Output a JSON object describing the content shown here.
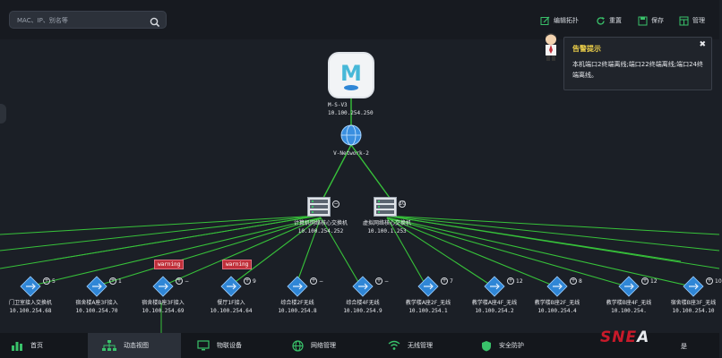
{
  "search": {
    "placeholder": "MAC、IP、别名等"
  },
  "toolbar": {
    "edit_label": "编辑拓扑",
    "reset_label": "重置",
    "save_label": "保存",
    "manage_label": "管理"
  },
  "alert": {
    "title": "告警提示",
    "message": "本机端口2终端离线;端口22终端离线;端口24终端离线。",
    "close": "✖"
  },
  "root": {
    "name": "M-S-V3",
    "ip": "10.100.254.250"
  },
  "network": {
    "name": "V-Network-2"
  },
  "core": [
    {
      "name": "计算机网络核心交换机",
      "ip": "10.100.254.252",
      "badge": "−"
    },
    {
      "name": "虚拟网络核心交换机",
      "ip": "10.100.1.253",
      "badge": "10"
    }
  ],
  "access": [
    {
      "name": "门卫室接入交换机",
      "ip": "10.100.254.68",
      "count": "5",
      "warning": ""
    },
    {
      "name": "宿舍楼A座3F接入",
      "ip": "10.100.254.70",
      "count": "1",
      "warning": ""
    },
    {
      "name": "宿舍楼B座3F接入",
      "ip": "10.100.254.69",
      "count": "−",
      "warning": "warning"
    },
    {
      "name": "餐厅1F接入",
      "ip": "10.100.254.64",
      "count": "9",
      "warning": "warning"
    },
    {
      "name": "综合楼2F无线",
      "ip": "10.100.254.8",
      "count": "−",
      "warning": ""
    },
    {
      "name": "综合楼4F无线",
      "ip": "10.100.254.9",
      "count": "−",
      "warning": ""
    },
    {
      "name": "教学楼A座2F_无线",
      "ip": "10.100.254.1",
      "count": "7",
      "warning": ""
    },
    {
      "name": "教学楼A座4F_无线",
      "ip": "10.100.254.2",
      "count": "12",
      "warning": ""
    },
    {
      "name": "教学楼B座2F_无线",
      "ip": "10.100.254.4",
      "count": "8",
      "warning": ""
    },
    {
      "name": "教学楼B座4F_无线",
      "ip": "10.100.254.",
      "count": "12",
      "warning": ""
    },
    {
      "name": "宿舍楼B座3F_无线",
      "ip": "10.100.254.10",
      "count": "10",
      "warning": ""
    }
  ],
  "nav": [
    {
      "label": "首页",
      "icon": "bar-chart-icon"
    },
    {
      "label": "动态视图",
      "icon": "topology-icon"
    },
    {
      "label": "物联设备",
      "icon": "monitor-icon"
    },
    {
      "label": "网络管理",
      "icon": "globe-icon"
    },
    {
      "label": "无线管理",
      "icon": "wifi-icon"
    },
    {
      "label": "安全防护",
      "icon": "shield-icon"
    }
  ],
  "watermark": {
    "text1": "SNE",
    "text2": "A"
  },
  "nav_right_partial": "是",
  "colors": {
    "link": "#37c23a",
    "accent_yellow": "#f0d24a",
    "warning_red": "#c0303a",
    "device_blue": "#2f86d6"
  }
}
